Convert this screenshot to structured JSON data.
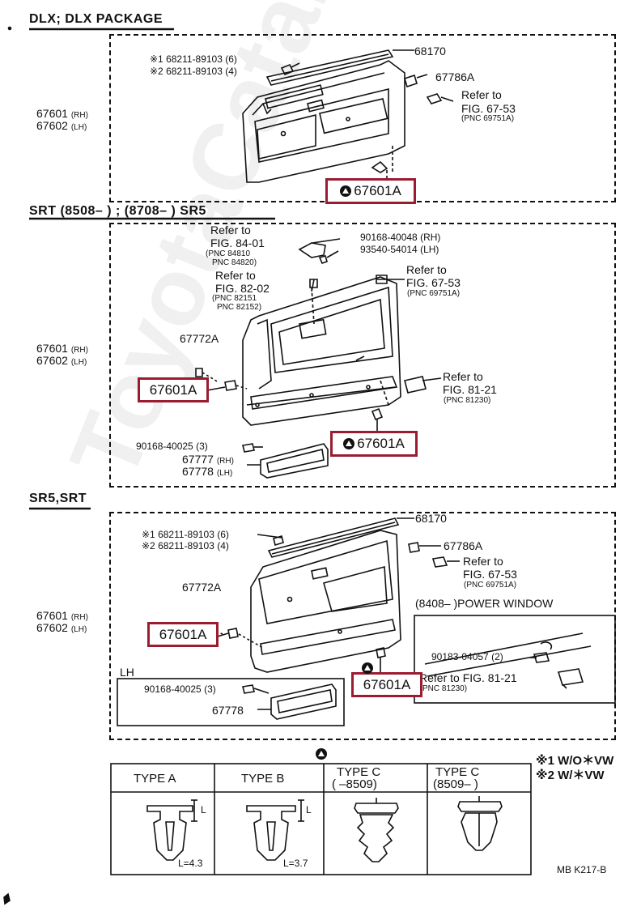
{
  "watermark": "ToyotaCatalog.ru",
  "sections": {
    "s1": {
      "title": "DLX; DLX PACKAGE",
      "part_68170": "68170",
      "clip1": "※1 68211-89103 (6)",
      "clip2": "※2 68211-89103 (4)",
      "part_67786A": "67786A",
      "refer_a": "Refer to",
      "fig_a": "FIG. 67-53",
      "pnc_a": "(PNC 69751A)",
      "rh": "67601",
      "rh_s": "(RH)",
      "lh": "67602",
      "lh_s": "(LH)",
      "highlight": "67601A"
    },
    "s2": {
      "title": "SRT (8508–        ) ; (8708–        ) SR5",
      "refer_b": "Refer to",
      "fig_b": "FIG. 84-01",
      "pnc_b1": "(PNC 84810",
      "pnc_b2": "PNC 84820)",
      "screw_rh": "90168-40048 (RH)",
      "screw_lh": "93540-54014 (LH)",
      "refer_c": "Refer to",
      "fig_c": "FIG. 82-02",
      "pnc_c1": "(PNC 82151",
      "pnc_c2": "PNC 82152)",
      "refer_d": "Refer to",
      "fig_d": "FIG. 67-53",
      "pnc_d": "(PNC 69751A)",
      "part_67772A": "67772A",
      "rh": "67601",
      "rh_s": "(RH)",
      "lh": "67602",
      "lh_s": "(LH)",
      "refer_e": "Refer to",
      "fig_e": "FIG. 81-21",
      "pnc_e": "(PNC 81230)",
      "highlight_left": "67601A",
      "highlight_right": "67601A",
      "screw2": "90168-40025 (3)",
      "arm_rh": "67777",
      "arm_rh_s": "(RH)",
      "arm_lh": "67778",
      "arm_lh_s": "(LH)"
    },
    "s3": {
      "title": "SR5,SRT",
      "part_68170": "68170",
      "clip1": "※1 68211-89103 (6)",
      "clip2": "※2 68211-89103 (4)",
      "part_67786A": "67786A",
      "refer_a": "Refer to",
      "fig_a": "FIG. 67-53",
      "pnc_a": "(PNC 69751A)",
      "part_67772A": "67772A",
      "power_window": "(8408–        )POWER WINDOW",
      "rh": "67601",
      "rh_s": "(RH)",
      "lh": "67602",
      "lh_s": "(LH)",
      "highlight_left": "67601A",
      "highlight_right": "67601A",
      "screw_pw": "90183-04057 (2)",
      "refer_pw": "Refer to FIG. 81-21",
      "pnc_pw": "PNC 81230)",
      "lh_box": "LH",
      "screw2": "90168-40025 (3)",
      "arm_lh": "67778"
    }
  },
  "legend": {
    "note1": "※1 W/O＊VW",
    "note2": "※2 W/＊VW",
    "types": [
      {
        "name": "TYPE  A",
        "sub": "",
        "L": "L",
        "dim": "L=4.3"
      },
      {
        "name": "TYPE  B",
        "sub": "",
        "L": "L",
        "dim": "L=3.7"
      },
      {
        "name": "TYPE  C",
        "sub": "(        –8509)",
        "L": "",
        "dim": ""
      },
      {
        "name": "TYPE C",
        "sub": "(8509–        )",
        "L": "",
        "dim": ""
      }
    ]
  },
  "code": "MB  K217-B"
}
